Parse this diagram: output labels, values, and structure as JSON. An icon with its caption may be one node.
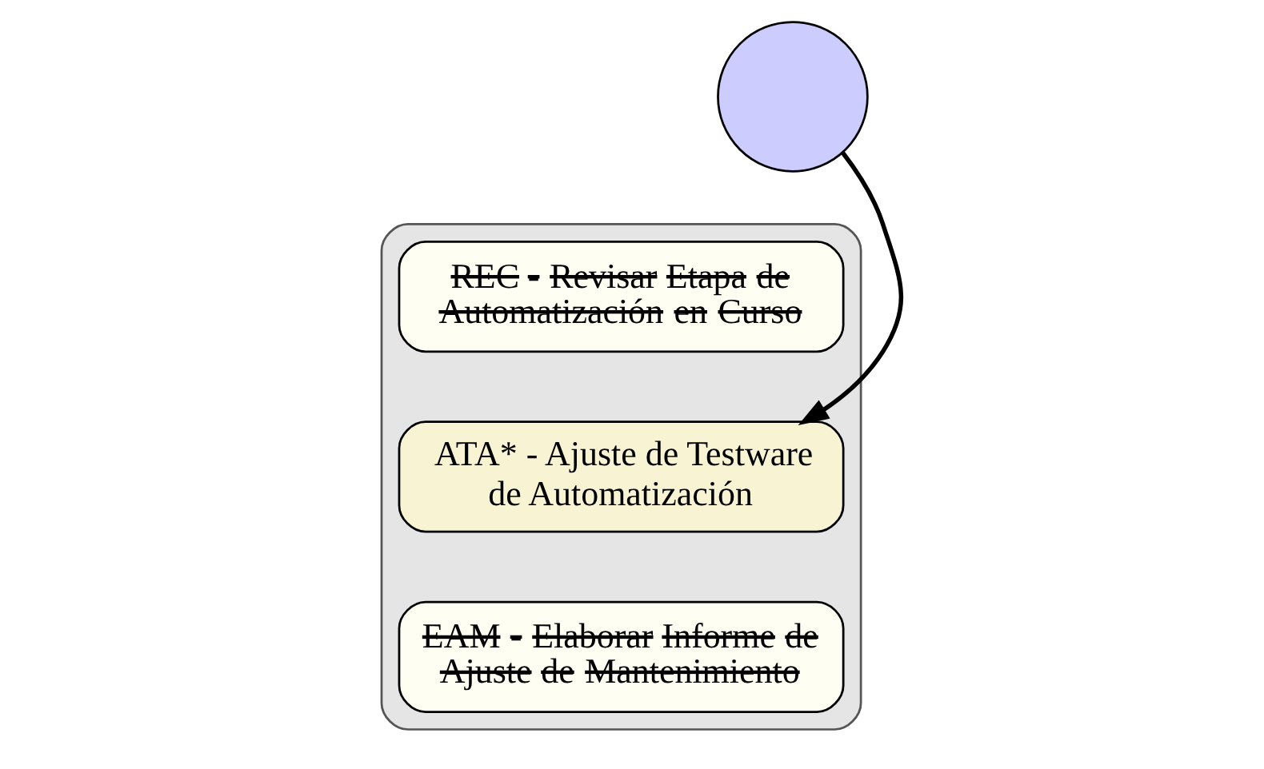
{
  "diagram": {
    "nodes": [
      {
        "text": [],
        "shape": "circle"
      },
      {
        "text": [],
        "shape": "box"
      },
      {
        "text": [
          "REC - Revisar Etapa de Automatización en Curso"
        ],
        "in": 1
      },
      {
        "text": [
          "ATA* - Ajuste de Testware de Automatización"
        ],
        "in": 1
      },
      {
        "text": [
          "EAM - Elaborar Informe de Ajuste de Mantenimiento"
        ],
        "in": 1
      }
    ],
    "edges": [
      {
        "from": 0,
        "to": 3,
        "arrow": "to"
      }
    ]
  }
}
